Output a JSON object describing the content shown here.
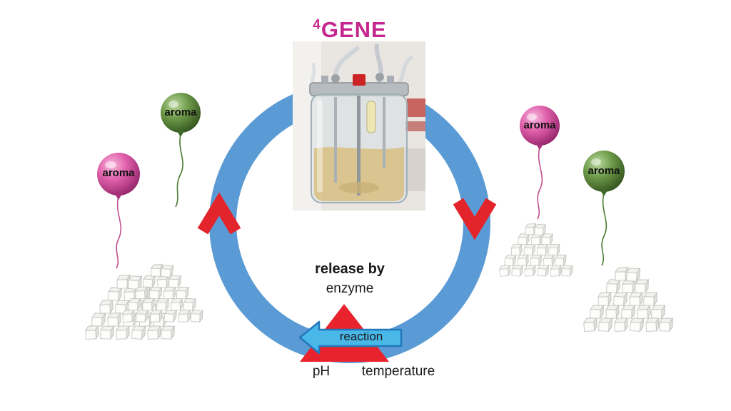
{
  "title": {
    "superscript": "4",
    "name": "GENE"
  },
  "cycle": {
    "release_by": "release by",
    "enzyme": "enzyme",
    "reaction": "reaction",
    "ph": "pH",
    "temperature": "temperature"
  },
  "balloons": {
    "left_green": {
      "label": "aroma",
      "color": "#4f8a33"
    },
    "left_pink": {
      "label": "aroma",
      "color": "#e25aa4"
    },
    "right_pink": {
      "label": "aroma",
      "color": "#e25aa4"
    },
    "right_green": {
      "label": "aroma",
      "color": "#4f8a33"
    }
  },
  "colors": {
    "ring_blue": "#5b9bd5",
    "arrow_red": "#e3242b",
    "reaction_arrow_blue": "#49b8e8",
    "title_magenta": "#c4278e"
  }
}
